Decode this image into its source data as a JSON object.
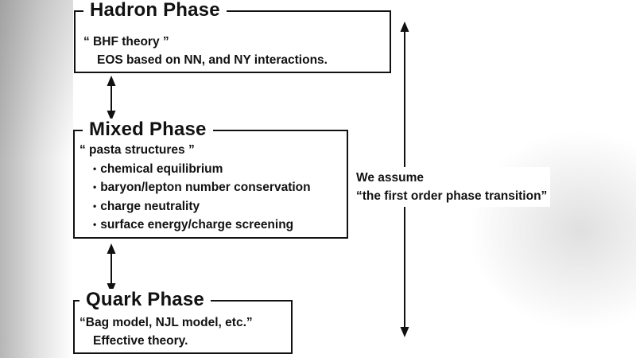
{
  "slide": {
    "hadron": {
      "title": "Hadron Phase",
      "line1": "“ BHF theory ”",
      "line2": "EOS based on NN, and NY interactions."
    },
    "mixed": {
      "title": "Mixed Phase",
      "subtitle": "“ pasta structures ”",
      "bullet_glyph": "•",
      "bullets": [
        "chemical equilibrium",
        "baryon/lepton number conservation",
        "charge neutrality",
        "surface energy/charge screening"
      ]
    },
    "quark": {
      "title": "Quark Phase",
      "line1": "“Bag model, NJL model, etc.”",
      "line2": "Effective theory."
    },
    "annotation": {
      "line1": "We assume",
      "line2": "“the first order phase transition”"
    },
    "colors": {
      "ink": "#111111",
      "background": "#ffffff"
    }
  }
}
